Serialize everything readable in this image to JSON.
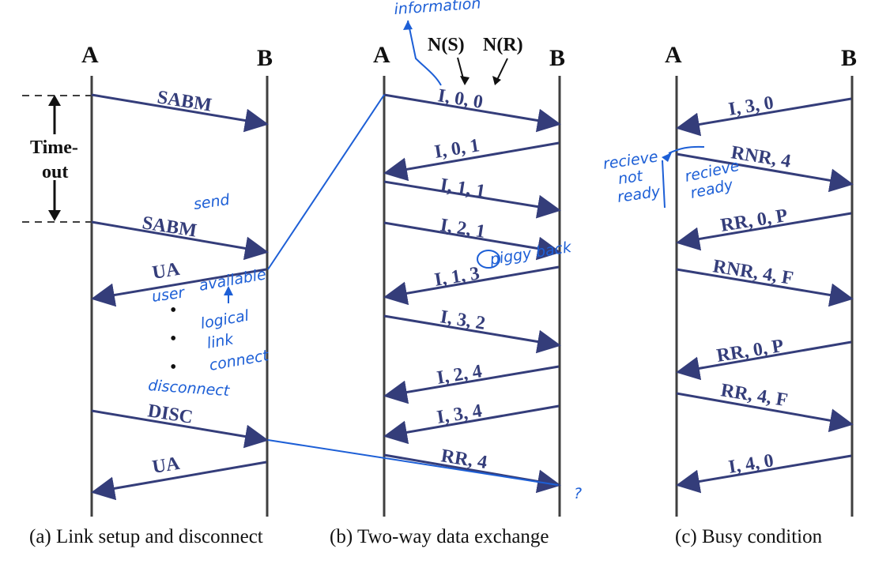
{
  "stations": {
    "a": "A",
    "b": "B"
  },
  "panels": [
    {
      "caption": "(a) Link setup and disconnect",
      "messages": [
        {
          "label": "SABM",
          "direction": "A->B"
        },
        {
          "label": "SABM",
          "direction": "A->B"
        },
        {
          "label": "UA",
          "direction": "B->A"
        },
        {
          "label": "DISC",
          "direction": "A->B"
        },
        {
          "label": "UA",
          "direction": "B->A"
        }
      ],
      "timeout_label_line1": "Time-",
      "timeout_label_line2": "out",
      "ellipsis": "•"
    },
    {
      "caption": "(b) Two-way data exchange",
      "header_ns": "N(S)",
      "header_nr": "N(R)",
      "messages": [
        {
          "label": "I, 0, 0",
          "direction": "A->B"
        },
        {
          "label": "I, 0, 1",
          "direction": "B->A"
        },
        {
          "label": "I, 1, 1",
          "direction": "A->B"
        },
        {
          "label": "I, 2, 1",
          "direction": "A->B"
        },
        {
          "label": "I, 1, 3",
          "direction": "B->A"
        },
        {
          "label": "I, 3, 2",
          "direction": "A->B"
        },
        {
          "label": "I, 2, 4",
          "direction": "B->A"
        },
        {
          "label": "I, 3, 4",
          "direction": "B->A"
        },
        {
          "label": "RR, 4",
          "direction": "A->B"
        }
      ]
    },
    {
      "caption": "(c) Busy condition",
      "messages": [
        {
          "label": "I, 3, 0",
          "direction": "B->A"
        },
        {
          "label": "RNR, 4",
          "direction": "B->A"
        },
        {
          "label": "RR, 0, P",
          "direction": "B->A"
        },
        {
          "label": "RNR, 4, F",
          "direction": "A->B"
        },
        {
          "label": "RR, 0, P",
          "direction": "B->A"
        },
        {
          "label": "RR, 4, F",
          "direction": "A->B"
        },
        {
          "label": "I, 4, 0",
          "direction": "B->A"
        }
      ]
    }
  ],
  "annotations": {
    "information": "information",
    "send": "send",
    "user": "user",
    "available": "available",
    "logical_1": "logical",
    "logical_2": "link",
    "logical_3": "connect",
    "disconnect": "disconnect",
    "piggyback": "piggy back",
    "question": "?",
    "not_ready_1": "recieve",
    "not_ready_2": "not",
    "not_ready_3": "ready",
    "ready_1": "recieve",
    "ready_2": "ready"
  },
  "colors": {
    "line": "#3f3f3f",
    "arrow": "#343d7a",
    "annotation": "#1d5fd6"
  }
}
